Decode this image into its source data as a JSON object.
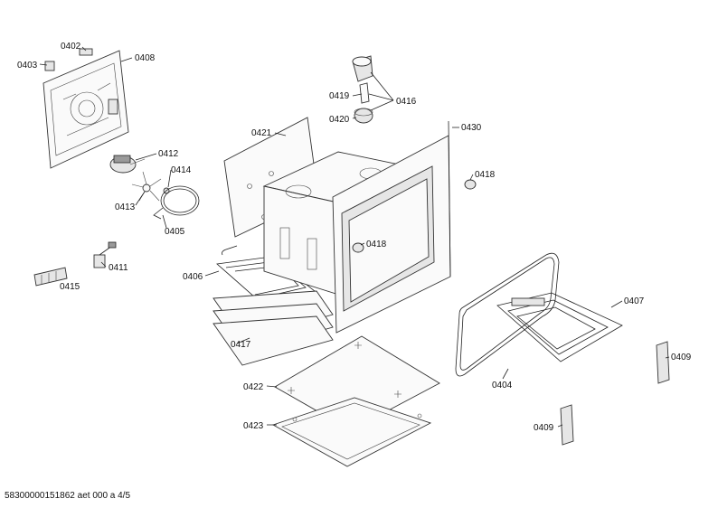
{
  "labels": {
    "p0402": "0402",
    "p0403": "0403",
    "p0408": "0408",
    "p0412": "0412",
    "p0414": "0414",
    "p0413": "0413",
    "p0405": "0405",
    "p0411": "0411",
    "p0415": "0415",
    "p0406": "0406",
    "p0417": "0417",
    "p0421": "0421",
    "p0419": "0419",
    "p0416": "0416",
    "p0420": "0420",
    "p0430": "0430",
    "p0418a": "0418",
    "p0418b": "0418",
    "p0407": "0407",
    "p0404": "0404",
    "p0409a": "0409",
    "p0409b": "0409",
    "p0422": "0422",
    "p0423": "0423"
  },
  "footer": "58300000151862 aet 000 a 4/5"
}
